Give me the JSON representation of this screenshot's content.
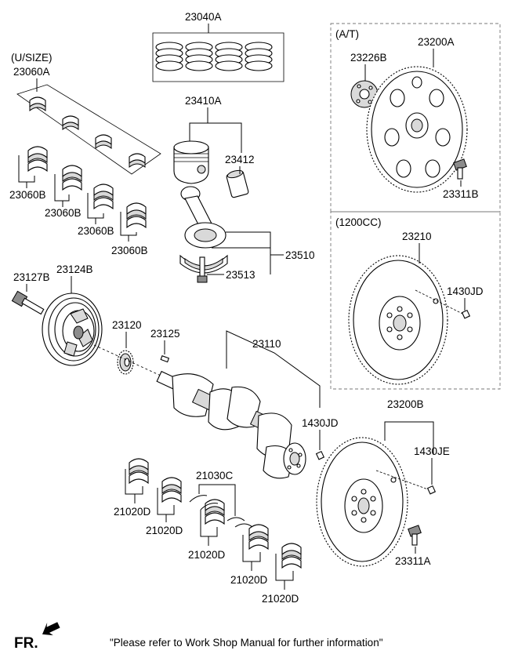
{
  "labels": {
    "l23040A": "23040A",
    "usize": "(U/SIZE)",
    "l23060A": "23060A",
    "l23410A": "23410A",
    "l23412": "23412",
    "l23060B_1": "23060B",
    "l23060B_2": "23060B",
    "l23060B_3": "23060B",
    "l23060B_4": "23060B",
    "l23510": "23510",
    "l23513": "23513",
    "at": "(A/T)",
    "l23226B": "23226B",
    "l23200A": "23200A",
    "l23311B": "23311B",
    "cc1200": "(1200CC)",
    "l23210": "23210",
    "l1430JD_a": "1430JD",
    "l23127B": "23127B",
    "l23124B": "23124B",
    "l23120": "23120",
    "l23125": "23125",
    "l23110": "23110",
    "l1430JD_b": "1430JD",
    "l23200B": "23200B",
    "l1430JE": "1430JE",
    "l21030C": "21030C",
    "l21020D_1": "21020D",
    "l21020D_2": "21020D",
    "l21020D_3": "21020D",
    "l21020D_4": "21020D",
    "l21020D_5": "21020D",
    "l23311A": "23311A"
  },
  "footer": {
    "fr": "FR.",
    "note": "\"Please refer to Work Shop Manual for further information\""
  },
  "colors": {
    "line": "#000000",
    "part_fill": "#ffffff",
    "shade": "#d9d9d9",
    "dash_box": "#777777"
  }
}
